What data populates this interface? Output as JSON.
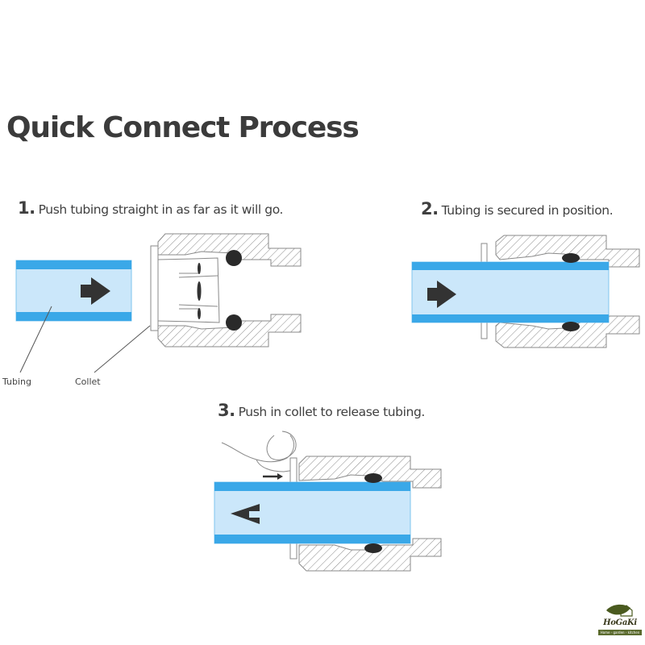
{
  "title": "Quick Connect Process",
  "steps": [
    {
      "number": "1.",
      "text": "Push tubing straight in as far as it will go."
    },
    {
      "number": "2.",
      "text": "Tubing is secured in position."
    },
    {
      "number": "3.",
      "text": "Push in collet to release tubing."
    }
  ],
  "labels": {
    "tubing": "Tubing",
    "collet": "Collet"
  },
  "logo": {
    "name": "HoGaKi",
    "tagline": "Home - garden - kitchen"
  },
  "colors": {
    "tube_wall": "#3aa8e8",
    "tube_inner": "#cbe7fa",
    "arrow": "#333333",
    "hatch": "#8a8a8a",
    "oring": "#2a2a2a"
  },
  "icons": {
    "direction_step1": "arrow-right-icon",
    "direction_step2": "arrow-right-icon",
    "direction_step3": "arrow-left-icon"
  }
}
